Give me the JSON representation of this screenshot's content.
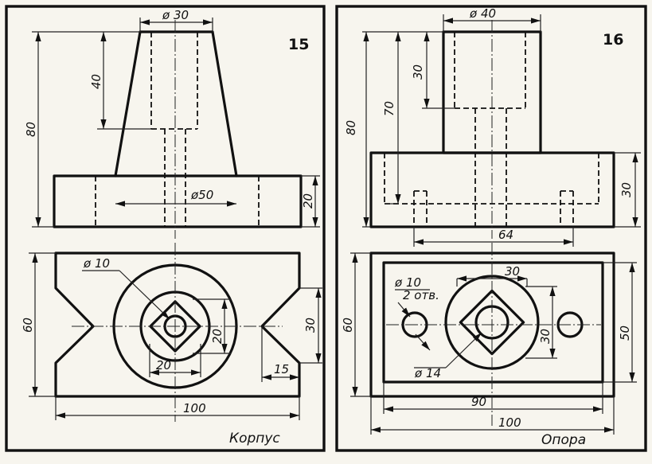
{
  "sheets": [
    {
      "number": "15",
      "caption": "Корпус",
      "dims": {
        "d_top": "ø 30",
        "height_total": "80",
        "height_cone": "40",
        "d_base": "ø50",
        "height_base": "20",
        "hole": "ø 10",
        "width": "60",
        "slot": "30",
        "slot_depth": "15",
        "square_w": "20",
        "square_h": "20",
        "length": "100"
      }
    },
    {
      "number": "16",
      "caption": "Опора",
      "dims": {
        "d_top": "ø 40",
        "height_top": "30",
        "height_total": "80",
        "height_70": "70",
        "height_base": "30",
        "spacing": "64",
        "hole": "ø 10",
        "hole_count": "2 отв.",
        "width": "60",
        "square": "30",
        "square_v": "30",
        "d_circle": "ø 14",
        "inner_h": "50",
        "inner_l": "90",
        "length": "100"
      }
    }
  ]
}
